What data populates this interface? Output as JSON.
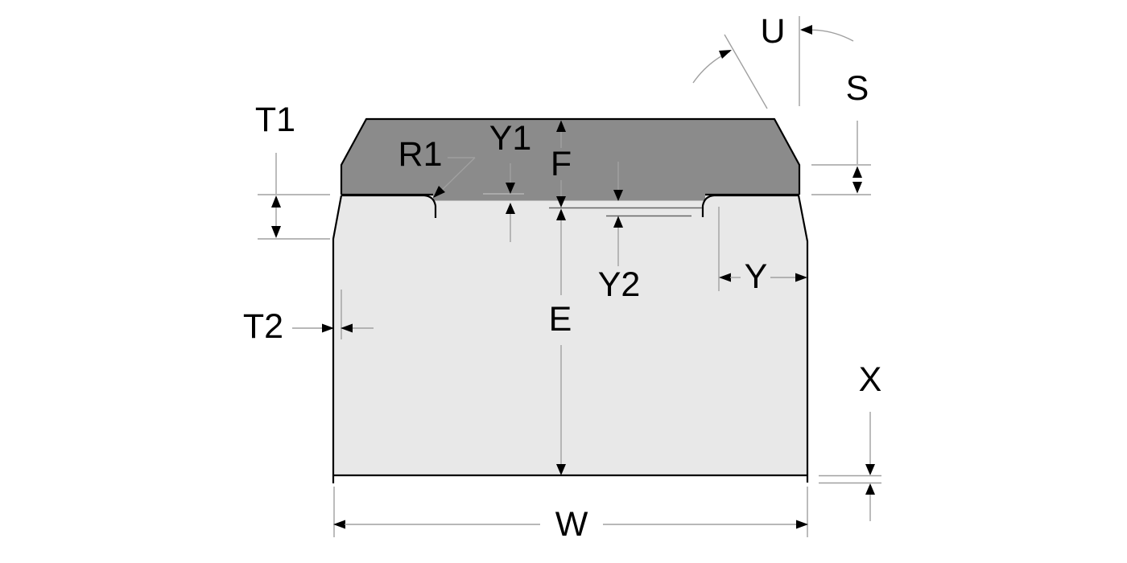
{
  "diagram": {
    "description": "Technical cross-section drawing of a seal / ring profile with dimension callouts",
    "labels": {
      "t1": "T1",
      "t2": "T2",
      "r1": "R1",
      "y1": "Y1",
      "y2": "Y2",
      "f": "F",
      "e": "E",
      "w": "W",
      "x": "X",
      "s": "S",
      "u": "U",
      "y": "Y"
    },
    "colors": {
      "cap_fill": "#8b8b8b",
      "body_fill": "#e8e8e8",
      "outline": "#000000",
      "dimension_line": "#a0a0a0",
      "background": "#ffffff"
    }
  }
}
